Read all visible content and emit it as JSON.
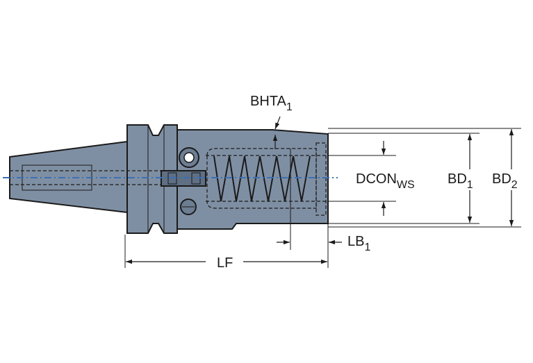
{
  "drawing": {
    "labels": {
      "bhta": {
        "main": "BHTA",
        "sub": "1"
      },
      "dcon": {
        "main": "DCON",
        "sub": "WS"
      },
      "bd1": {
        "main": "BD",
        "sub": "1"
      },
      "bd2": {
        "main": "BD",
        "sub": "2"
      },
      "lb": {
        "main": "LB",
        "sub": "1"
      },
      "lf": {
        "main": "LF"
      }
    },
    "colors": {
      "body": "#7f8fa3",
      "outline": "#1a1a1a",
      "axis": "#3a6fb5"
    }
  }
}
